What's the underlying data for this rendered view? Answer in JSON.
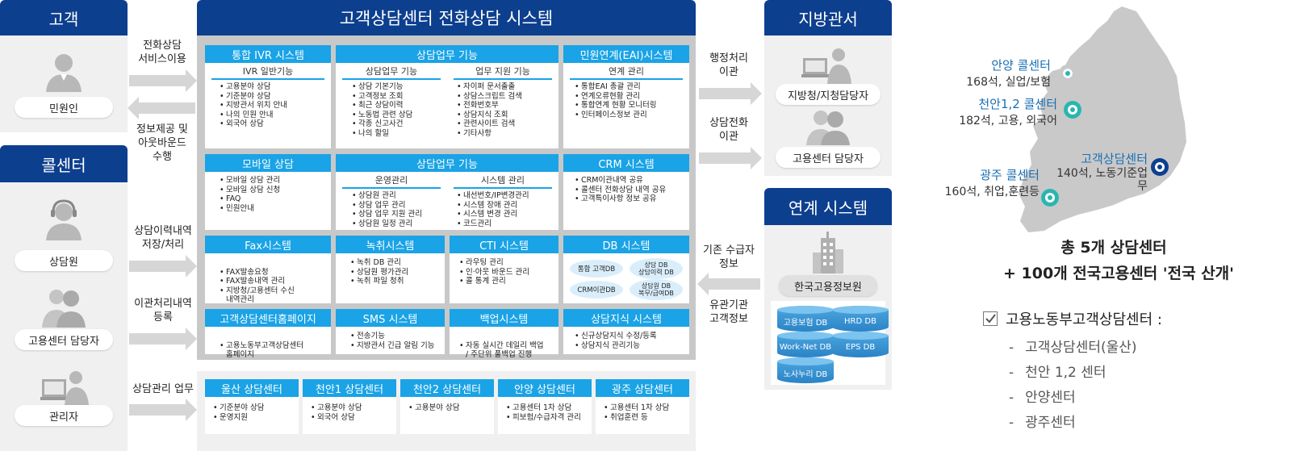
{
  "left": {
    "customer_header": "고객",
    "customer_label": "민원인",
    "callcenter_header": "콜센터",
    "callcenter_people": [
      "상담원",
      "고용센터 담당자",
      "관리자"
    ]
  },
  "flow_left": {
    "a1": "전화상담\n서비스이용",
    "a2": "정보제공 및\n아웃바운드\n수행",
    "a3": "상담이력내역\n저장/처리",
    "a4": "이관처리내역\n등록",
    "a5": "상담관리 업무"
  },
  "center": {
    "title": "고객상담센터 전화상담 시스템",
    "row1": {
      "ivr": {
        "title": "통합 IVR 시스템",
        "sub": "IVR 일반기능",
        "items": [
          "고용분야 상담",
          "기준분야 상담",
          "지방관서 위치 안내",
          "나의 민원 안내",
          "외국어 상담"
        ]
      },
      "work": {
        "title": "상담업무 기능",
        "left": {
          "sub": "상담업무 기능",
          "items": [
            "상담 기본기능",
            "고객정보 조회",
            "최근 상담이력",
            "노동법 관련 상담",
            "각종 신고사건",
            "나의 할일"
          ]
        },
        "right": {
          "sub": "업무 지원 기능",
          "items": [
            "자이퍼 문서출출",
            "상담스크립트 검색",
            "전화번호부",
            "상담지식 조회",
            "관련사이트 검색",
            "기타사항"
          ]
        }
      },
      "eai": {
        "title": "민원연계(EAI)시스템",
        "sub": "연계 관리",
        "items": [
          "통합EAI 총괄 관리",
          "연계오류현황 관리",
          "통합연계 현황 모니터링",
          "인터페이스정보 관리"
        ]
      }
    },
    "row2": {
      "mobile": {
        "title": "모바일 상담",
        "items": [
          "모바일 상담 관리",
          "모바일 상담 신청",
          "FAQ",
          "민원안내"
        ]
      },
      "work2": {
        "title": "상담업무 기능",
        "left": {
          "sub": "운영관리",
          "items": [
            "상담원 관리",
            "상담 업무 관리",
            "상담 업무 지원 관리",
            "상담원 일정 관리"
          ]
        },
        "right": {
          "sub": "시스템 관리",
          "items": [
            "내선번호/IP변경관리",
            "시스템 장애 관리",
            "시스템 변경 관리",
            "코드관리"
          ]
        }
      },
      "crm": {
        "title": "CRM 시스템",
        "items": [
          "CRM이관내역 공유",
          "콜센터 전화상담 내역 공유",
          "고객특이사항 정보 공유"
        ]
      }
    },
    "row3": {
      "fax": {
        "title": "Fax시스템",
        "items": [
          "FAX발송요청",
          "FAX발송내역 관리",
          "지방청/고용센터 수신\n내역관리"
        ]
      },
      "rec": {
        "title": "녹취시스템",
        "items": [
          "녹취 DB 관리",
          "상담원 평가관리",
          "녹취 파일 청취"
        ]
      },
      "cti": {
        "title": "CTI 시스템",
        "items": [
          "라우팅 관리",
          "인·아웃 바운드 관리",
          "콜 통계 관리"
        ]
      },
      "db": {
        "title": "DB 시스템",
        "tags": [
          "통합 고객DB",
          "상담 DB\n상담이력 DB",
          "CRM이관DB",
          "상담원 DB\n복무/급여DB"
        ]
      }
    },
    "row4": {
      "hp": {
        "title": "고객상담센터홈페이지",
        "items": [
          "고용노동부고객상담센터\n홈페이지"
        ]
      },
      "sms": {
        "title": "SMS 시스템",
        "items": [
          "전송기능",
          "지방관서 긴급 알림 기능"
        ]
      },
      "backup": {
        "title": "백업시스템",
        "items": [
          "자동 실시간 데일리 백업\n/ 주단위 풀백업 진행"
        ]
      },
      "kb": {
        "title": "상담지식 시스템",
        "items": [
          "신규상담지식 수정/등록",
          "상담지식 관리기능"
        ]
      }
    },
    "centers": [
      {
        "title": "울산 상담센터",
        "items": [
          "기준분야 상담",
          "운영지원"
        ]
      },
      {
        "title": "천안1 상담센터",
        "items": [
          "고용분야 상담",
          "외국어 상담"
        ]
      },
      {
        "title": "천안2 상담센터",
        "items": [
          "고용분야 상담"
        ]
      },
      {
        "title": "안양 상담센터",
        "items": [
          "고용센터 1차 상담",
          "피보험/수급자격 관리"
        ]
      },
      {
        "title": "광주 상담센터",
        "items": [
          "고용센터 1차 상담",
          "취업훈련 등"
        ]
      }
    ]
  },
  "flow_right": {
    "b1": "행정처리\n이관",
    "b2": "상담전화\n이관",
    "b3": "기존 수급자\n정보",
    "b4": "유관기관\n고객정보"
  },
  "right": {
    "regional_header": "지방관서",
    "regional_people": [
      "지방청/지청담당자",
      "고용센터 담당자"
    ],
    "link_header": "연계 시스템",
    "link_org": "한국고용정보원",
    "dbs": [
      "고용보험 DB",
      "HRD DB",
      "Work-Net DB",
      "EPS DB",
      "노사누리 DB"
    ]
  },
  "map": {
    "markers": [
      {
        "name": "안양 콜센터",
        "desc": "168석, 실업/보험"
      },
      {
        "name": "천안1,2 콜센터",
        "desc": "182석, 고용, 외국어"
      },
      {
        "name": "고객상담센터",
        "desc": "140석, 노동기준업\n무"
      },
      {
        "name": "광주 콜센터",
        "desc": "160석, 취업,훈련등"
      }
    ],
    "summary1": "총 5개 상담센터",
    "summary2": "+ 100개 전국고용센터 '전국 산개'",
    "check_title": "고용노동부고객상담센터 :",
    "list": [
      "고객상담센터(울산)",
      "천안 1,2 센터",
      "안양센터",
      "광주센터"
    ],
    "colors": {
      "teal": "#2bb5b0",
      "navy": "#0d3f8f",
      "label_blue": "#1a6fb3"
    }
  }
}
